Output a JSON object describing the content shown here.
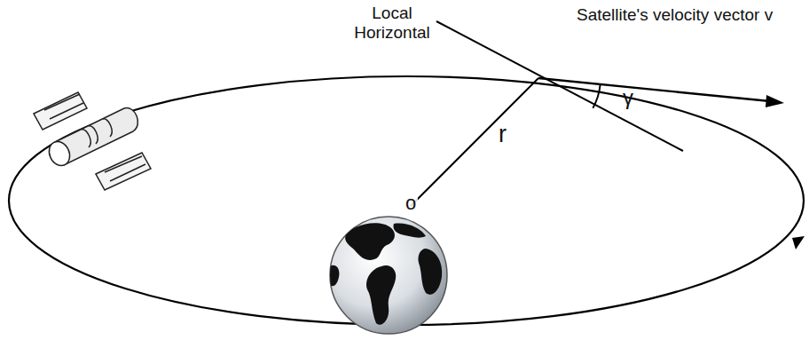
{
  "diagram": {
    "labels": [
      "Local Horizontal",
      "Satellite's velocity vector v",
      "r",
      "γ",
      "o"
    ]
  }
}
